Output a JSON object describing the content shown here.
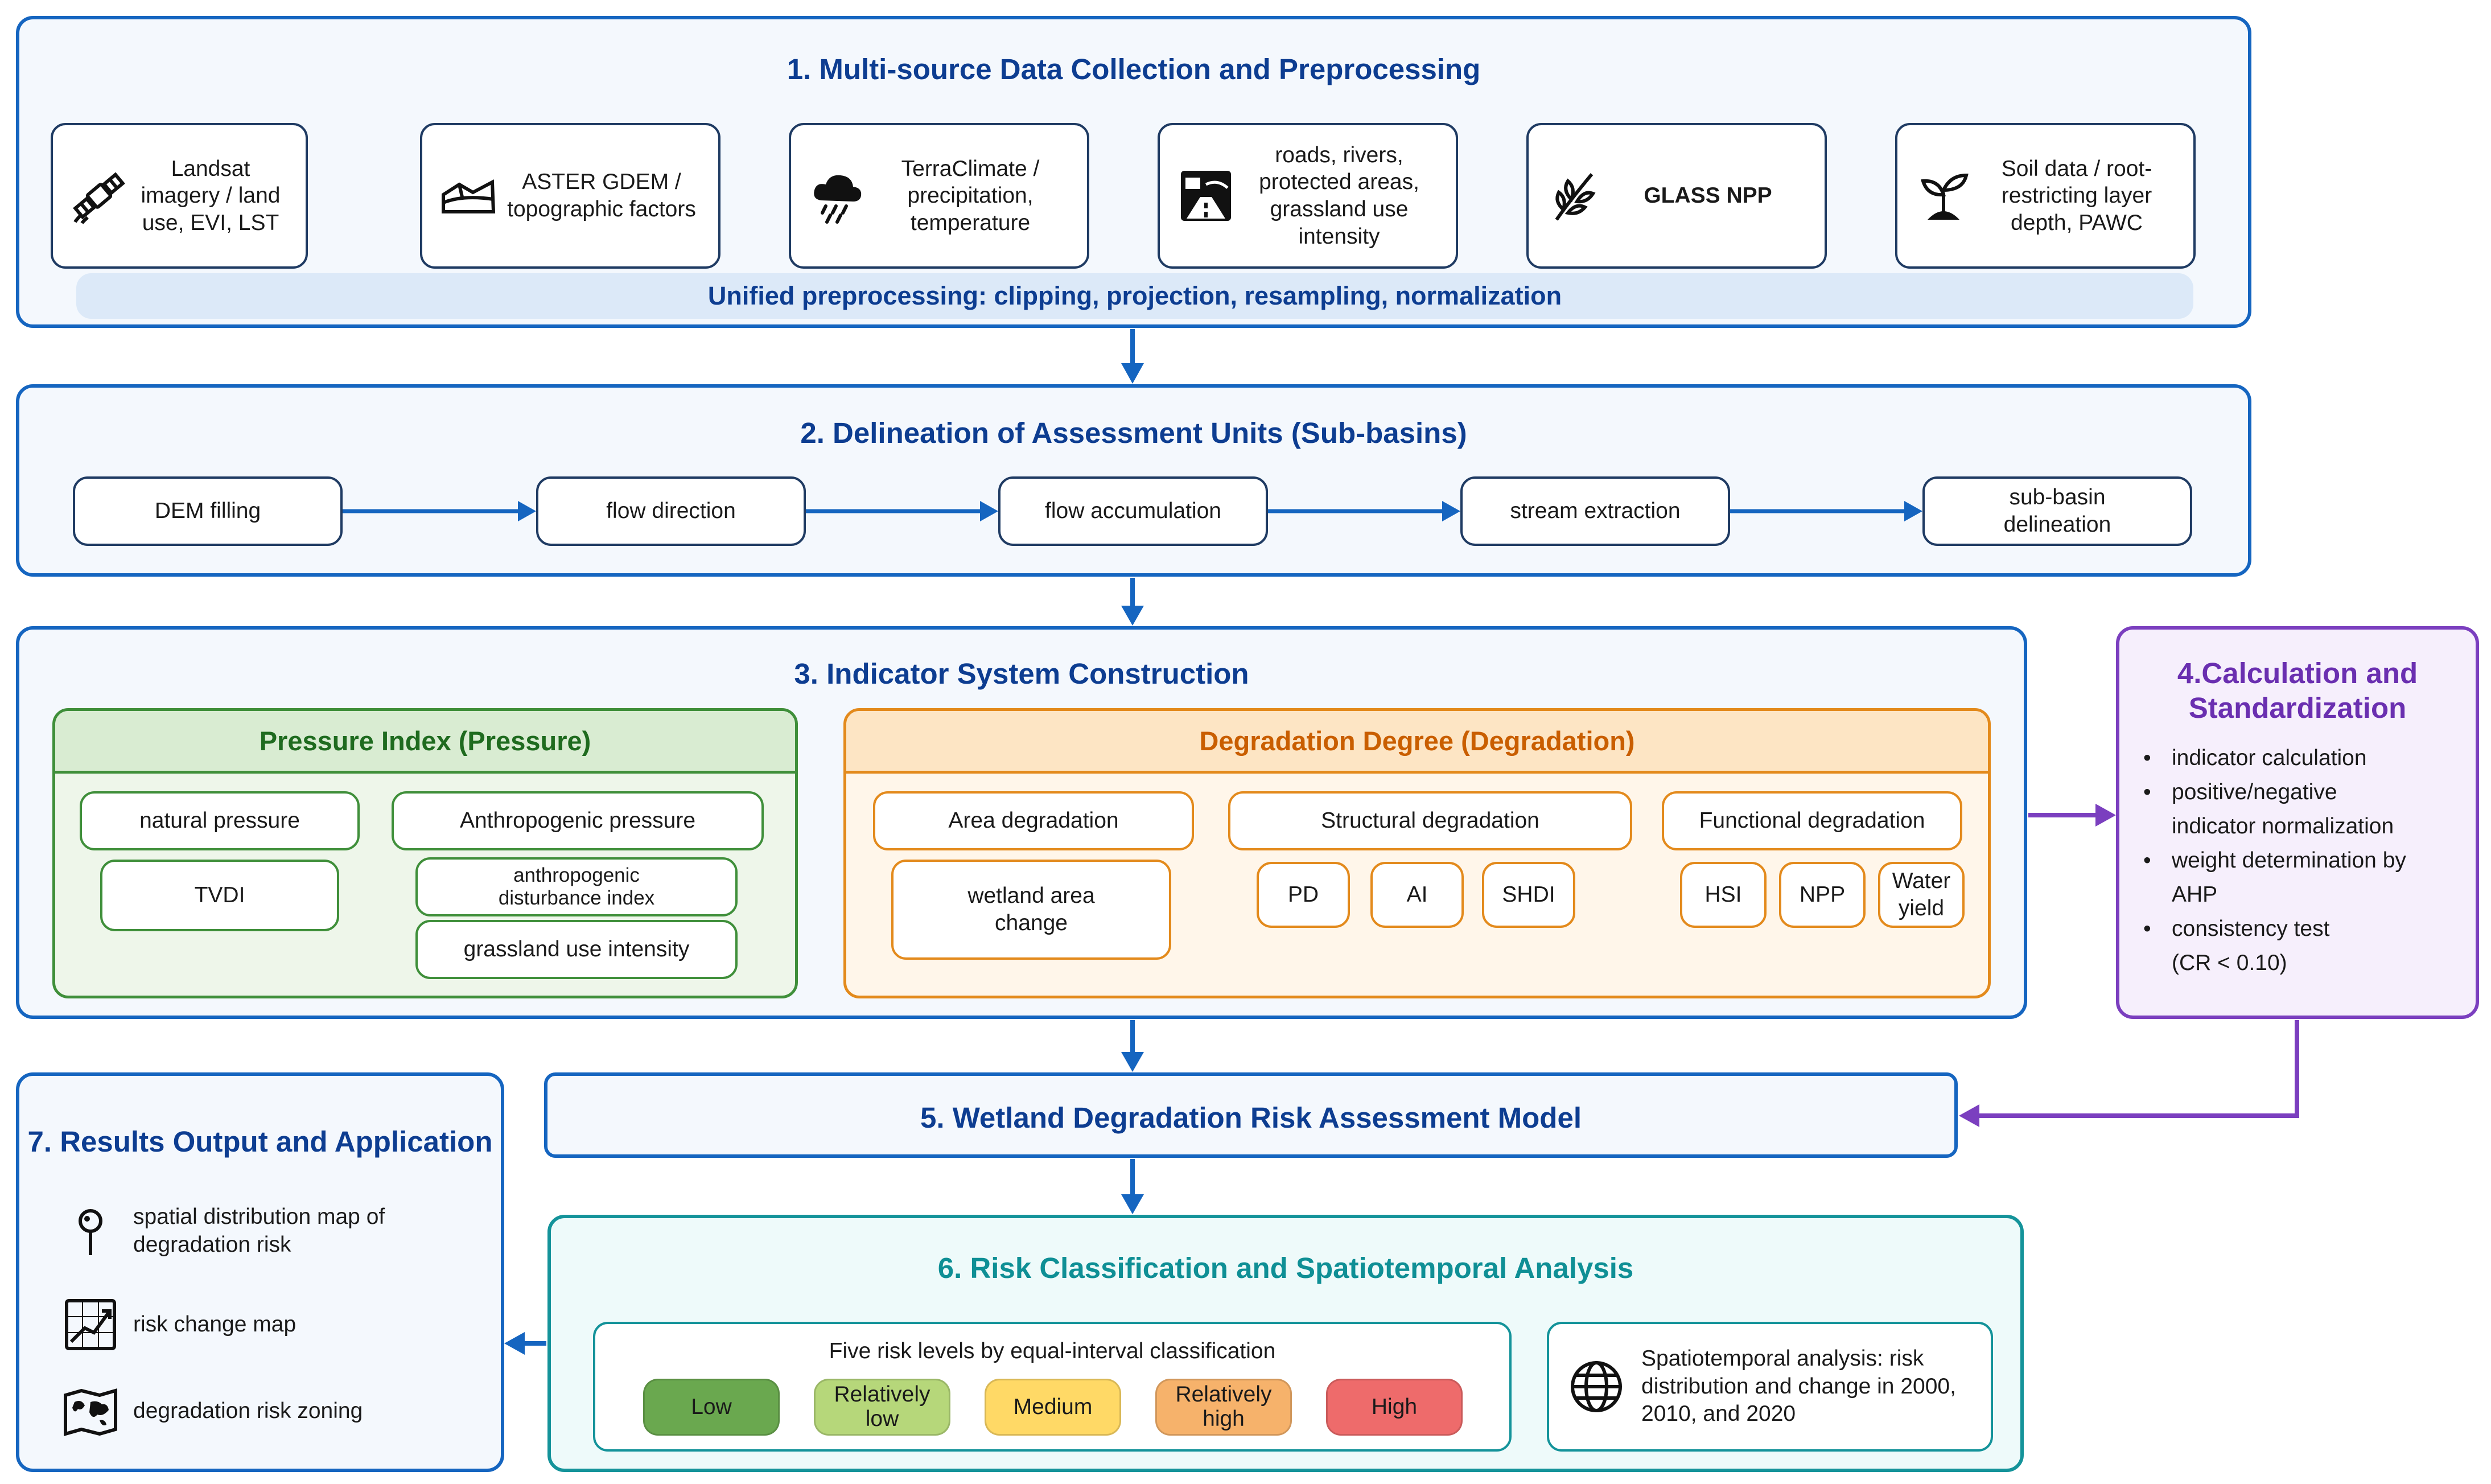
{
  "colors": {
    "blue": "#1565c0",
    "green": "#3f8f3a",
    "orange": "#e38a1c",
    "purple": "#7b3fbf",
    "teal": "#14939a"
  },
  "s1": {
    "title": "1. Multi-source Data Collection and Preprocessing",
    "sources": [
      {
        "icon": "satellite-icon",
        "label": "Landsat imagery / land use, EVI, LST"
      },
      {
        "icon": "terrain-icon",
        "label": "ASTER GDEM / topographic factors"
      },
      {
        "icon": "rain-cloud-icon",
        "label": "TerraClimate / precipitation, temperature"
      },
      {
        "icon": "road-map-icon",
        "label": "roads, rivers, protected areas, grassland use intensity"
      },
      {
        "icon": "leaf-icon",
        "label": "GLASS NPP"
      },
      {
        "icon": "seedling-icon",
        "label": "Soil data / root-restricting layer depth, PAWC"
      }
    ],
    "bar": "Unified preprocessing: clipping, projection, resampling, normalization"
  },
  "s2": {
    "title": "2. Delineation of Assessment Units (Sub-basins)",
    "steps": [
      "DEM filling",
      "flow direction",
      "flow accumulation",
      "stream extraction",
      "sub-basin delineation"
    ]
  },
  "s3": {
    "title": "3. Indicator System Construction",
    "pressure": {
      "title": "Pressure Index (Pressure)",
      "natural": "natural pressure",
      "tvdi": "TVDI",
      "anthro": "Anthropogenic pressure",
      "adi": "anthropogenic disturbance index",
      "gui": "grassland use intensity"
    },
    "degradation": {
      "title": "Degradation Degree (Degradation)",
      "area": "Area degradation",
      "area_ind": "wetland area change",
      "structural": "Structural degradation",
      "structural_ind": [
        "PD",
        "AI",
        "SHDI"
      ],
      "functional": "Functional degradation",
      "functional_ind": [
        "HSI",
        "NPP",
        "Water yield"
      ]
    }
  },
  "s4": {
    "title": "4.Calculation and Standardization",
    "items": [
      [
        "indicator calculation"
      ],
      [
        "positive/negative",
        "indicator normalization"
      ],
      [
        "weight determination by",
        "AHP"
      ],
      [
        "consistency test",
        "(CR < 0.10)"
      ]
    ]
  },
  "s5": {
    "title": "5. Wetland Degradation Risk Assessment Model"
  },
  "s6": {
    "title": "6. Risk Classification and Spatiotemporal Analysis",
    "levels_title": "Five risk levels by equal-interval classification",
    "levels": [
      {
        "label": "Low",
        "color": "#6aa84f"
      },
      {
        "label": "Relatively low",
        "color": "#b6d77a"
      },
      {
        "label": "Medium",
        "color": "#ffd966"
      },
      {
        "label": "Relatively high",
        "color": "#f6b26b"
      },
      {
        "label": "High",
        "color": "#ee6b6b"
      }
    ],
    "spatio": "Spatiotemporal analysis: risk distribution and change in 2000, 2010, and 2020"
  },
  "s7": {
    "title": "7. Results Output and Application",
    "items": [
      {
        "icon": "map-pin-icon",
        "label": "spatial distribution map of degradation risk"
      },
      {
        "icon": "trend-chart-icon",
        "label": "risk change map"
      },
      {
        "icon": "world-map-icon",
        "label": "degradation risk zoning"
      }
    ]
  }
}
